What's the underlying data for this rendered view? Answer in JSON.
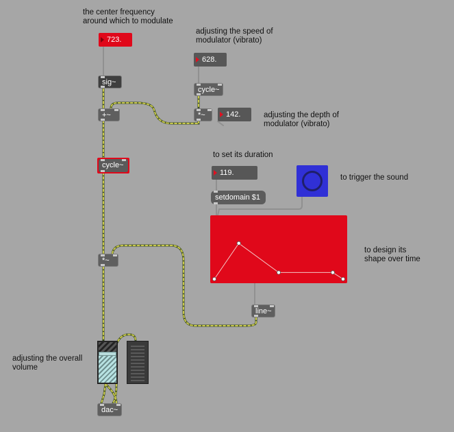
{
  "comments": {
    "center_freq": "the center frequency\naround which to modulate",
    "speed": "adjusting the speed of\nmodulator (vibrato)",
    "depth": "adjusting the depth of\nmodulator (vibrato)",
    "duration": "to set its duration",
    "trigger": "to trigger the sound",
    "shape": "to design its\nshape over time",
    "volume": "adjusting the overall\nvolume"
  },
  "numbers": {
    "center": "723.",
    "speed": "628.",
    "depth": "142.",
    "duration": "119."
  },
  "objects": {
    "sig": "sig~",
    "cycle_mod": "cycle~",
    "mult_depth": "*~",
    "plus": "+~",
    "cycle_main": "cycle~",
    "mult_env": "*~",
    "line": "line~",
    "dac": "dac~"
  },
  "messages": {
    "setdomain": "setdomain $1"
  },
  "function": {
    "points": [
      [
        0.0,
        0.0
      ],
      [
        0.19,
        0.6
      ],
      [
        0.5,
        0.11
      ],
      [
        0.92,
        0.11
      ],
      [
        1.0,
        0.0
      ]
    ]
  },
  "colors": {
    "background": "#a6a6a6",
    "accent_red": "#e0081a",
    "button_blue": "#3030d6",
    "signal_patchcord": "#c8c84a"
  }
}
